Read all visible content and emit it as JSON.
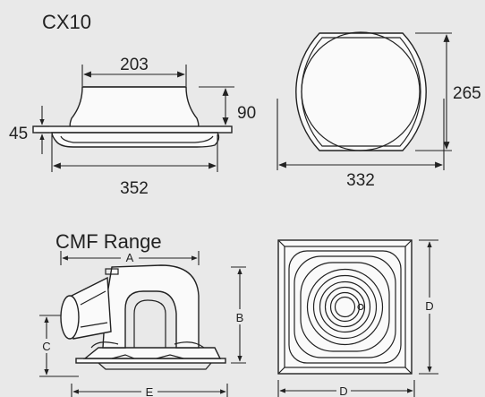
{
  "titles": {
    "top": "CX10",
    "bottom": "CMF Range"
  },
  "dimensions": {
    "cx10_side_top_width": "203",
    "cx10_side_height": "90",
    "cx10_side_flange": "45",
    "cx10_side_width": "352",
    "cx10_plan_width": "332",
    "cx10_plan_height": "265",
    "cmf_side_a": "A",
    "cmf_side_b": "B",
    "cmf_side_c": "C",
    "cmf_side_e": "E",
    "cmf_plan_d_horizontal": "D",
    "cmf_plan_d_vertical": "D"
  }
}
